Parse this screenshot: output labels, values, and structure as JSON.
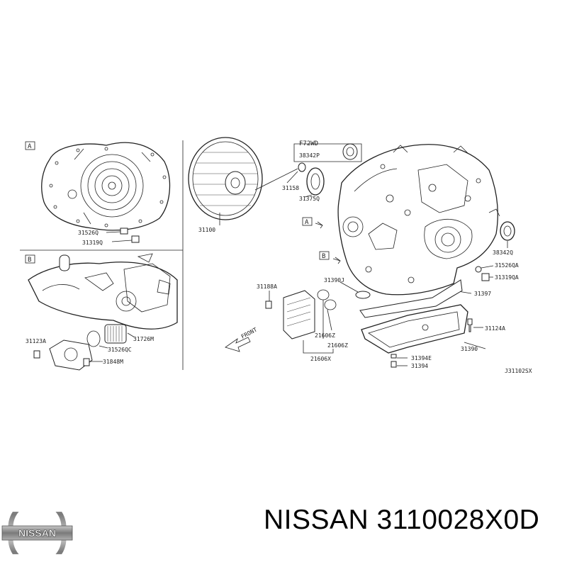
{
  "diagram": {
    "section_labels": {
      "a": "A",
      "b": "B"
    },
    "variant_box": {
      "title": "F72WD",
      "part": "38342P"
    },
    "parts": {
      "p31526q": "31526Q",
      "p31319q": "31319Q",
      "p31100": "31100",
      "p31158": "31158",
      "p31375q": "31375Q",
      "p38342q": "38342Q",
      "p31526qa": "31526QA",
      "p31319qa": "31319QA",
      "p31397": "31397",
      "p31390j": "31390J",
      "p31188a": "31188A",
      "p21606z_1": "21606Z",
      "p21606z_2": "21606Z",
      "p21606x": "21606X",
      "p31124a": "31124A",
      "p31390": "31390",
      "p31394e": "31394E",
      "p31394": "31394",
      "p31123a": "31123A",
      "p31726m": "31726M",
      "p31526qc": "31526QC",
      "p31848m": "31848M"
    },
    "front_label": "FRONT",
    "diagram_code": "J31102SX"
  },
  "brand": {
    "logo_text": "NISSAN",
    "caption": "NISSAN 3110028X0D"
  },
  "colors": {
    "ink": "#222222",
    "logo_silver": "#8a8a8a"
  }
}
